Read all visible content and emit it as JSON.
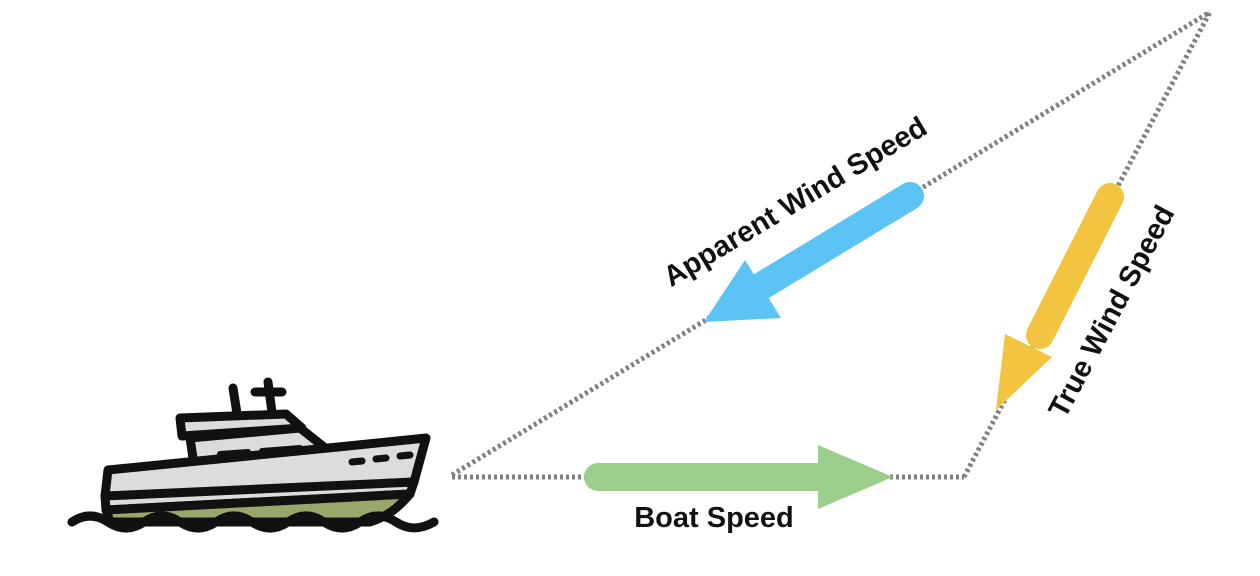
{
  "labels": {
    "boat_speed": "Boat Speed",
    "apparent_wind_speed": "Apparent Wind Speed",
    "true_wind_speed": "True Wind Speed"
  },
  "icons": {
    "boat": "motor-boat-icon"
  },
  "colors": {
    "boat_speed_arrow": "#9ccf8c",
    "apparent_wind_arrow": "#5cc3f5",
    "true_wind_arrow": "#f2c440",
    "dotted_lines": "#808080",
    "text": "#111111",
    "boat_hull": "#9aa76a",
    "boat_cabin": "#dcdcdc",
    "boat_window": "#a9d6f5",
    "outline": "#111111"
  }
}
